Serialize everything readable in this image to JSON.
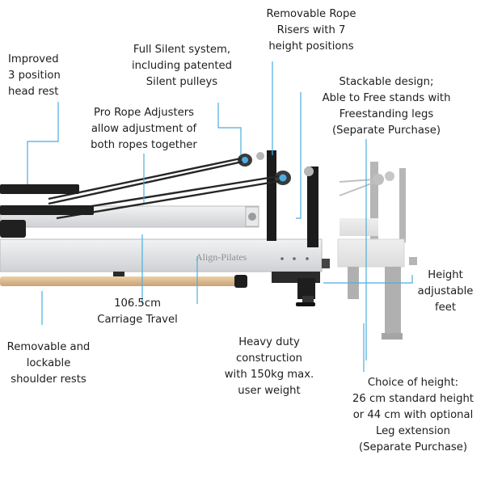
{
  "brand": {
    "logo_text": "Align-Pilates"
  },
  "accent_colors": {
    "callout_line": "#4aaee0",
    "frame_silver": "#d9dadc",
    "frame_black": "#1b1b1b",
    "wood": "#d9b88b"
  },
  "annotations": {
    "head_rest": [
      "Improved",
      "3 position",
      "head rest"
    ],
    "silent_system": [
      "Full Silent system,",
      "including patented",
      "Silent pulleys"
    ],
    "rope_risers": [
      "Removable Rope",
      "Risers with 7",
      "height positions"
    ],
    "stackable": [
      "Stackable design;",
      "Able to Free stands with",
      "Freestanding legs",
      "(Separate Purchase)"
    ],
    "rope_adjusters": [
      "Pro Rope Adjusters",
      "allow adjustment of",
      "both ropes together"
    ],
    "height_feet": [
      "Height",
      "adjustable",
      "feet"
    ],
    "carriage_travel": [
      "106.5cm",
      "Carriage Travel"
    ],
    "shoulder_rests": [
      "Removable and",
      "lockable",
      "shoulder rests"
    ],
    "construction": [
      "Heavy duty",
      "construction",
      "with 150kg max.",
      "user weight"
    ],
    "choice_height": [
      "Choice of height:",
      "26 cm standard height",
      "or 44 cm with optional",
      "Leg extension",
      "(Separate Purchase)"
    ]
  }
}
